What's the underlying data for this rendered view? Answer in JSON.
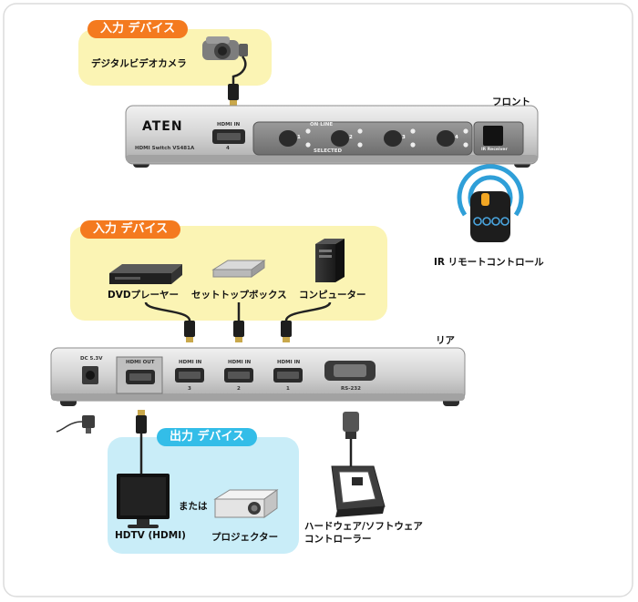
{
  "colors": {
    "input_badge": "#f47a1f",
    "output_badge": "#33bde8",
    "input_zone": "#fbf4b4",
    "output_zone": "#c9edf8",
    "device_body": "#d7d7d7",
    "device_panel": "#8a8a8a",
    "ir_wave": "#2f9fd8"
  },
  "top": {
    "badge": "入力 デバイス",
    "camera_label": "デジタルビデオカメラ",
    "front_title": "フロント"
  },
  "front_panel": {
    "brand": "ATEN",
    "model": "HDMI Switch VS481A",
    "hdmi_in_label": "HDMI IN",
    "hdmi_in_number": "4",
    "online_label": "ON LINE",
    "selected_label": "SELECTED",
    "ports": [
      "1",
      "2",
      "3",
      "4"
    ],
    "ir_receiver_label": "IR Receiver"
  },
  "remote": {
    "label": "IR リモートコントロール"
  },
  "middle": {
    "badge": "入力 デバイス",
    "devices": [
      {
        "name": "dvd",
        "label": "DVDプレーヤー"
      },
      {
        "name": "settop",
        "label": "セットトップボックス"
      },
      {
        "name": "computer",
        "label": "コンピューター"
      }
    ]
  },
  "rear_panel": {
    "title": "リア",
    "power_label": "DC 5.3V",
    "hdmi_out_label": "HDMI OUT",
    "hdmi_in_label": "HDMI IN",
    "in_ports": [
      "3",
      "2",
      "1"
    ],
    "rs232_label": "RS-232"
  },
  "output": {
    "badge": "出力 デバイス",
    "or_text": "または",
    "hdtv_label": "HDTV (HDMI)",
    "projector_label": "プロジェクター"
  },
  "controller": {
    "label_line1": "ハードウェア/ソフトウェア",
    "label_line2": "コントローラー"
  }
}
